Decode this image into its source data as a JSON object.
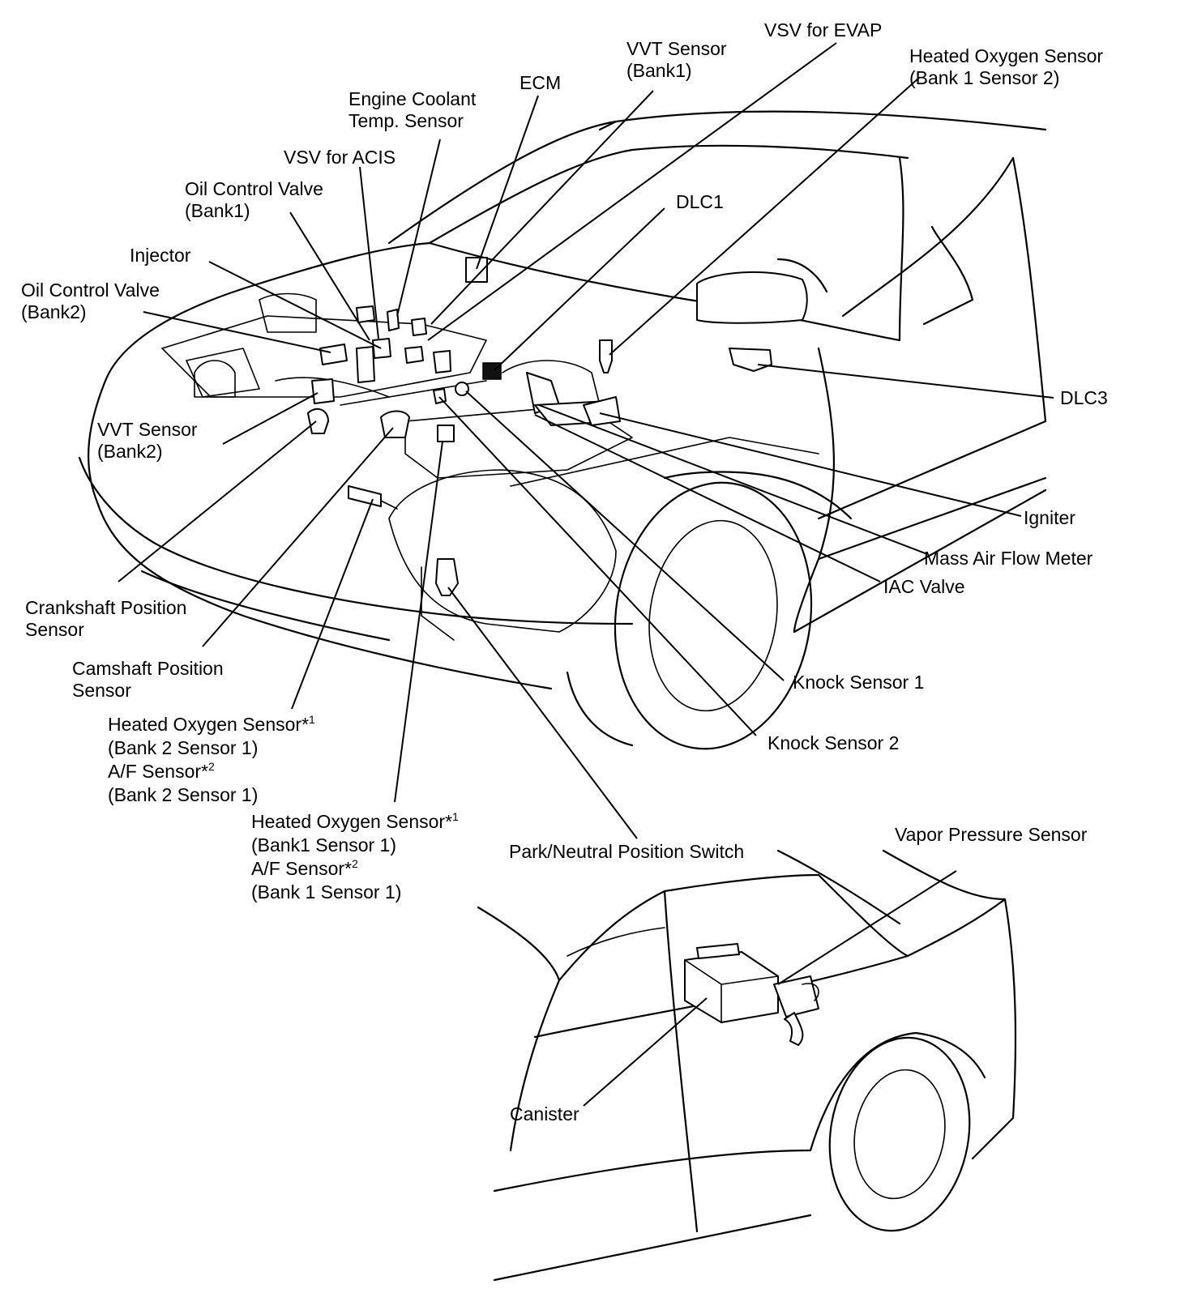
{
  "labels": {
    "vsv_evap": "VSV for EVAP",
    "vvt_bank1": [
      "VVT Sensor",
      "(Bank1)"
    ],
    "heated_o2_b1s2": [
      "Heated Oxygen Sensor",
      "(Bank 1 Sensor 2)"
    ],
    "ecm": "ECM",
    "ect_sensor": [
      "Engine Coolant",
      "Temp. Sensor"
    ],
    "vsv_acis": "VSV for ACIS",
    "ocv_bank1": [
      "Oil Control Valve",
      "(Bank1)"
    ],
    "dlc1": "DLC1",
    "injector": "Injector",
    "ocv_bank2": [
      "Oil Control Valve",
      "(Bank2)"
    ],
    "dlc3": "DLC3",
    "vvt_bank2": [
      "VVT Sensor",
      "(Bank2)"
    ],
    "igniter": "Igniter",
    "maf_meter": "Mass Air Flow Meter",
    "iac_valve": "IAC Valve",
    "crankshaft": [
      "Crankshaft Position",
      "Sensor"
    ],
    "camshaft": [
      "Camshaft Position",
      "Sensor"
    ],
    "knock1": "Knock Sensor 1",
    "knock2": "Knock Sensor 2",
    "ho2_bank2": {
      "line1": "Heated Oxygen Sensor*",
      "line1_sup": "1",
      "line2": "(Bank 2 Sensor 1)",
      "line3": "A/F Sensor*",
      "line3_sup": "2",
      "line4": "(Bank 2 Sensor 1)"
    },
    "ho2_bank1": {
      "line1": "Heated Oxygen Sensor*",
      "line1_sup": "1",
      "line2": "(Bank1 Sensor 1)",
      "line3": "A/F Sensor*",
      "line3_sup": "2",
      "line4": "(Bank 1 Sensor 1)"
    },
    "pn_switch": "Park/Neutral Position Switch",
    "vapor_pressure": "Vapor Pressure Sensor",
    "canister": "Canister"
  }
}
